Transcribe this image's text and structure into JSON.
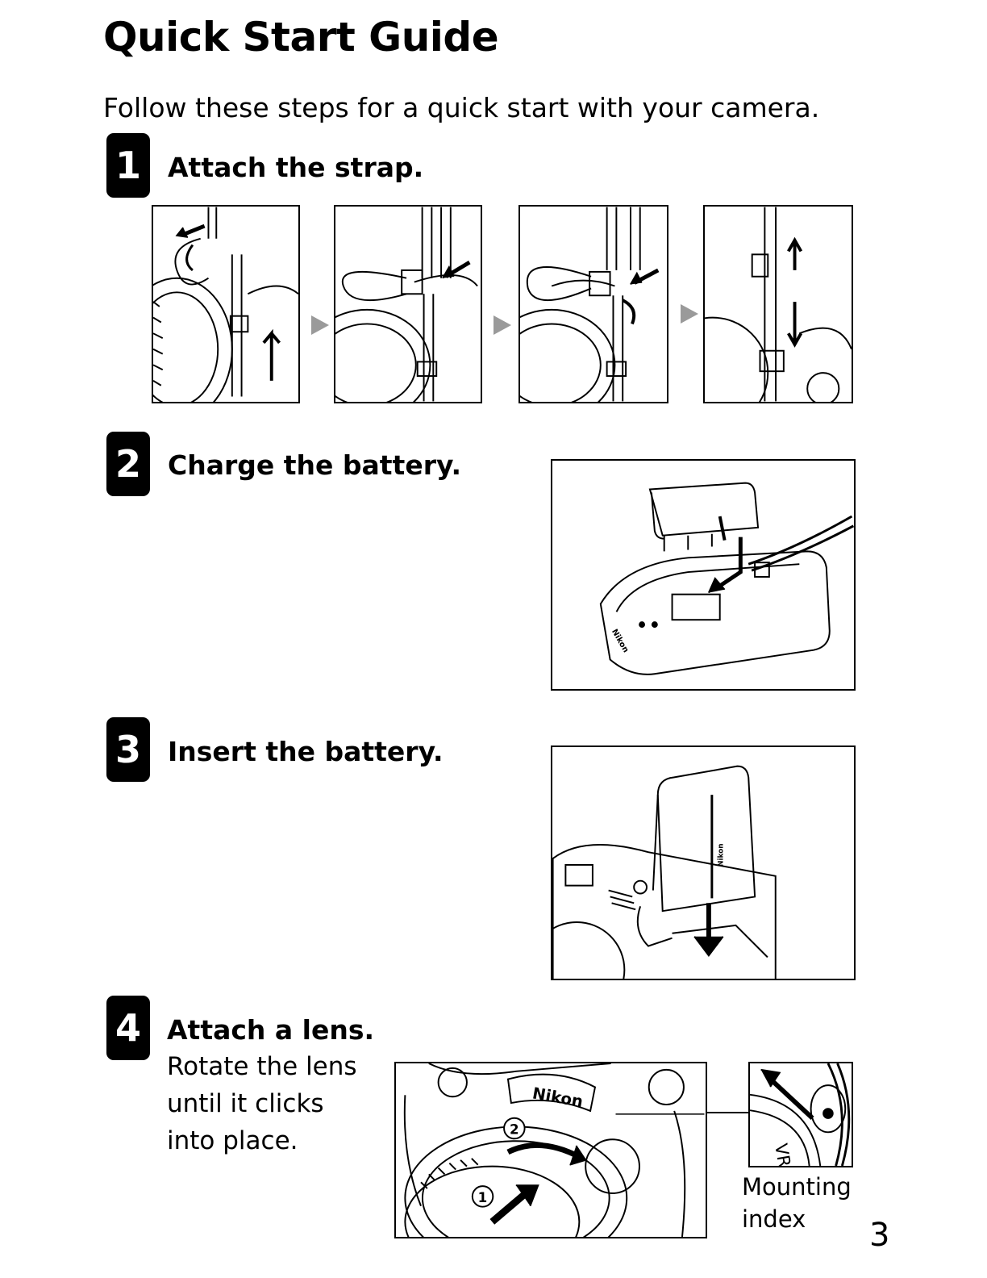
{
  "page": {
    "title": "Quick Start Guide",
    "intro": "Follow these steps for a quick start with your camera.",
    "page_number": "3"
  },
  "steps": [
    {
      "number": "1",
      "heading": "Attach the strap."
    },
    {
      "number": "2",
      "heading": "Charge the battery."
    },
    {
      "number": "3",
      "heading": "Insert the battery."
    },
    {
      "number": "4",
      "heading": "Attach a lens.",
      "body": [
        "Rotate the lens",
        "until it clicks",
        "into place."
      ]
    }
  ],
  "figures": {
    "charger_brand": "Nikon",
    "camera_brand": "Nikon",
    "lens_markers": [
      "1",
      "2"
    ],
    "lens_badge": "VR",
    "inset_caption": [
      "Mounting",
      "index"
    ]
  }
}
